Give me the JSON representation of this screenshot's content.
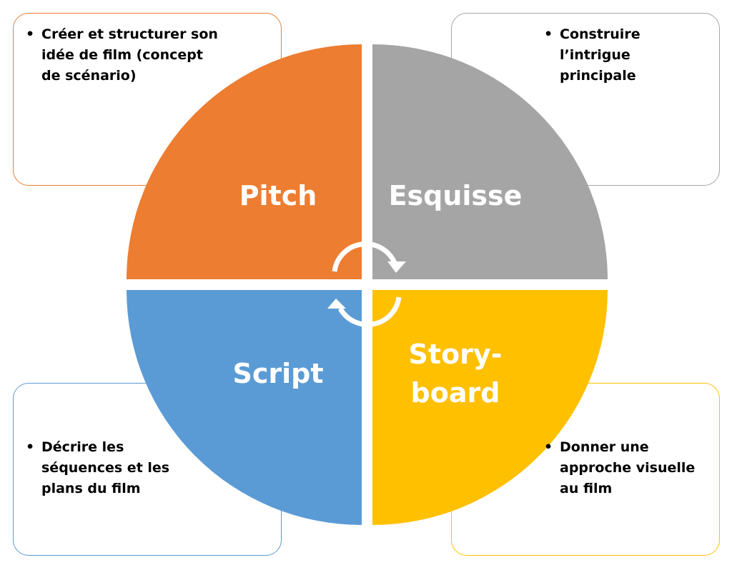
{
  "quadrants": {
    "pitch": {
      "label": "Pitch",
      "color": "#ed7d31",
      "note": "Créer et structurer son idée de film (concept de scénario)"
    },
    "esquisse": {
      "label": "Esquisse",
      "color": "#a5a5a5",
      "note": "Construire l’intrigue principale"
    },
    "script": {
      "label": "Script",
      "color": "#5b9bd5",
      "note": "Décrire les séquences et les plans du film"
    },
    "storyboard": {
      "label_line1": "Story-",
      "label_line2": "board",
      "color": "#ffc000",
      "note": "Donner une approche visuelle au film"
    }
  },
  "center_icon": "cycle-arrows-icon"
}
